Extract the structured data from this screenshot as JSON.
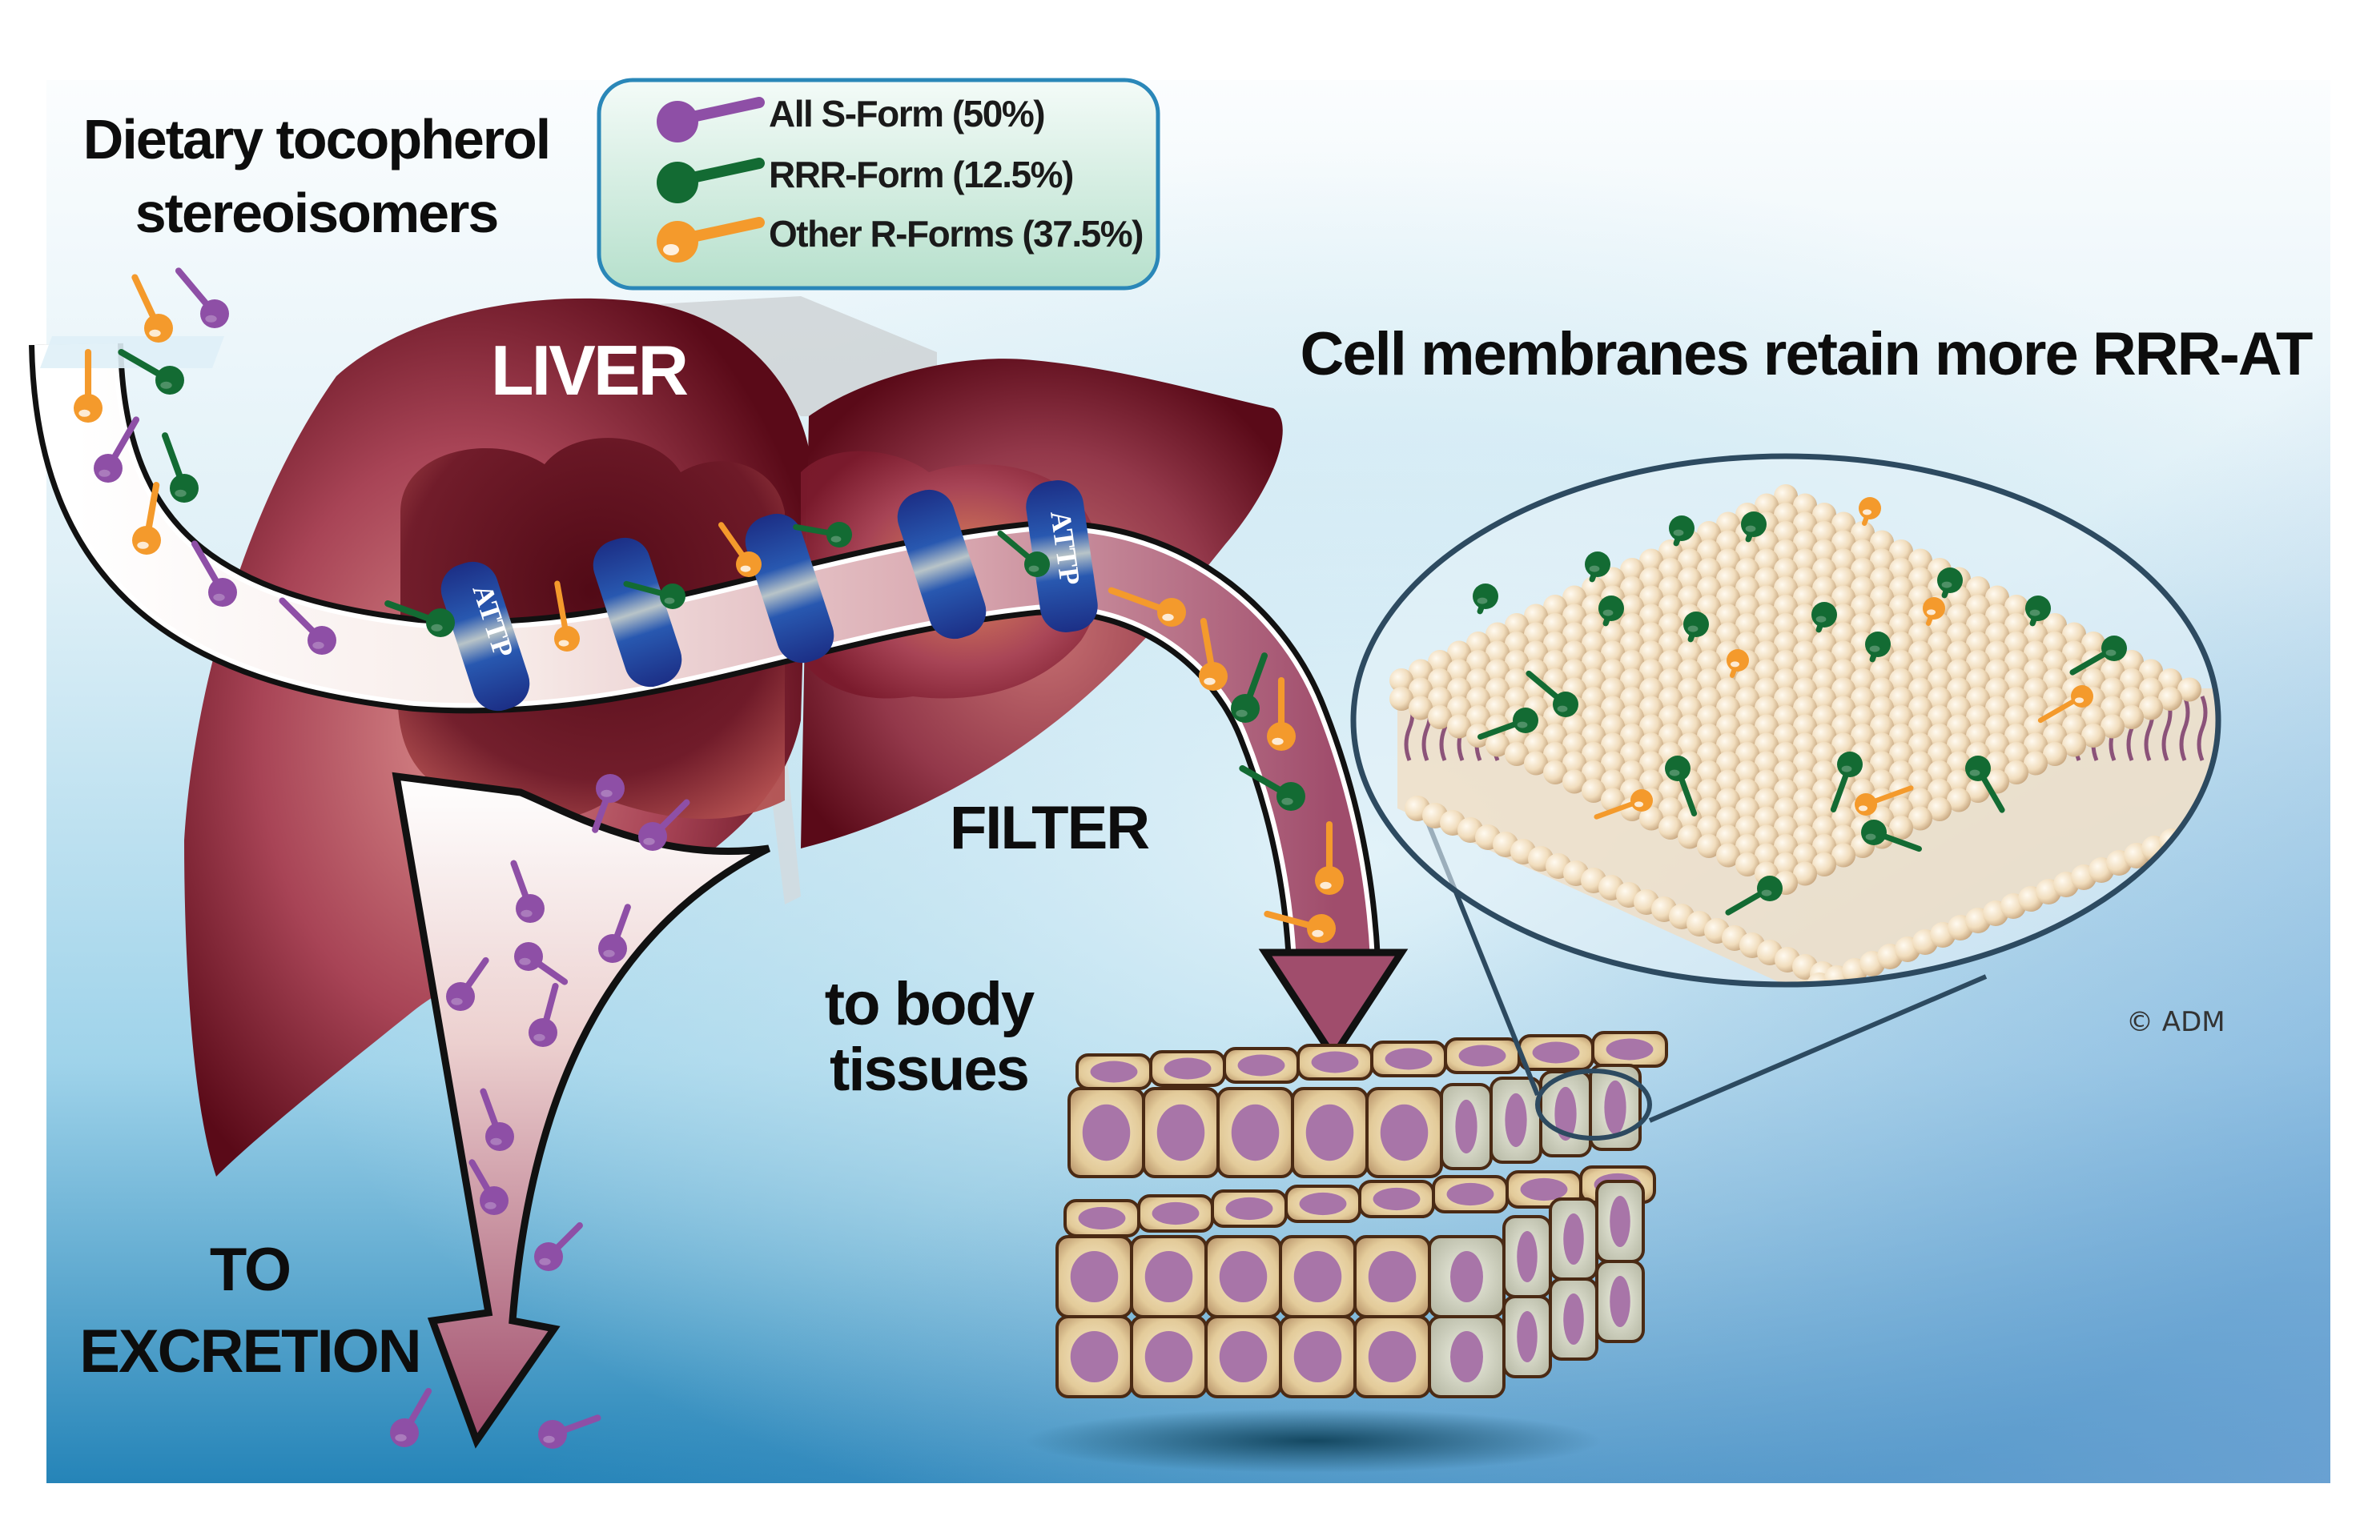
{
  "title": {
    "line1": "Dietary tocopherol",
    "line2": "stereoisomers"
  },
  "legend": {
    "items": [
      {
        "label": "All S-Form (50%)",
        "color": "#8e4fa6",
        "form": "all-s",
        "percent": 50
      },
      {
        "label": "RRR-Form (12.5%)",
        "color": "#136b33",
        "form": "rrr",
        "percent": 12.5
      },
      {
        "label": "Other R-Forms (37.5%)",
        "color": "#f49a2c",
        "form": "other-r",
        "percent": 37.5
      }
    ]
  },
  "organ": {
    "label": "LIVER",
    "transporter_label": "ATTP"
  },
  "labels": {
    "filter": "FILTER",
    "to_body_line1": "to body",
    "to_body_line2": "tissues",
    "excretion_line1": "TO",
    "excretion_line2": "EXCRETION",
    "membrane_heading": "Cell membranes retain more RRR-AT",
    "copyright": "© ADM"
  },
  "colors": {
    "s_form": "#8e4fa6",
    "rrr_form": "#136b33",
    "other_r_form": "#f49a2c",
    "liver_dark": "#5a0a18",
    "liver_mid": "#9c3a4a",
    "liver_light": "#d98a8a",
    "arrow_fill": "#a04d6c",
    "attp_blue": "#1f3a8f",
    "membrane_head": "#f3e2c6",
    "membrane_tail": "#7a3a6a",
    "cell_body": "#e8d3a8",
    "cell_nucleus": "#a875a8",
    "legend_border": "#2a87b8",
    "legend_bg": "#cdeadf",
    "bg_top": "#eef7fb",
    "bg_bottom": "#2a88bb"
  }
}
